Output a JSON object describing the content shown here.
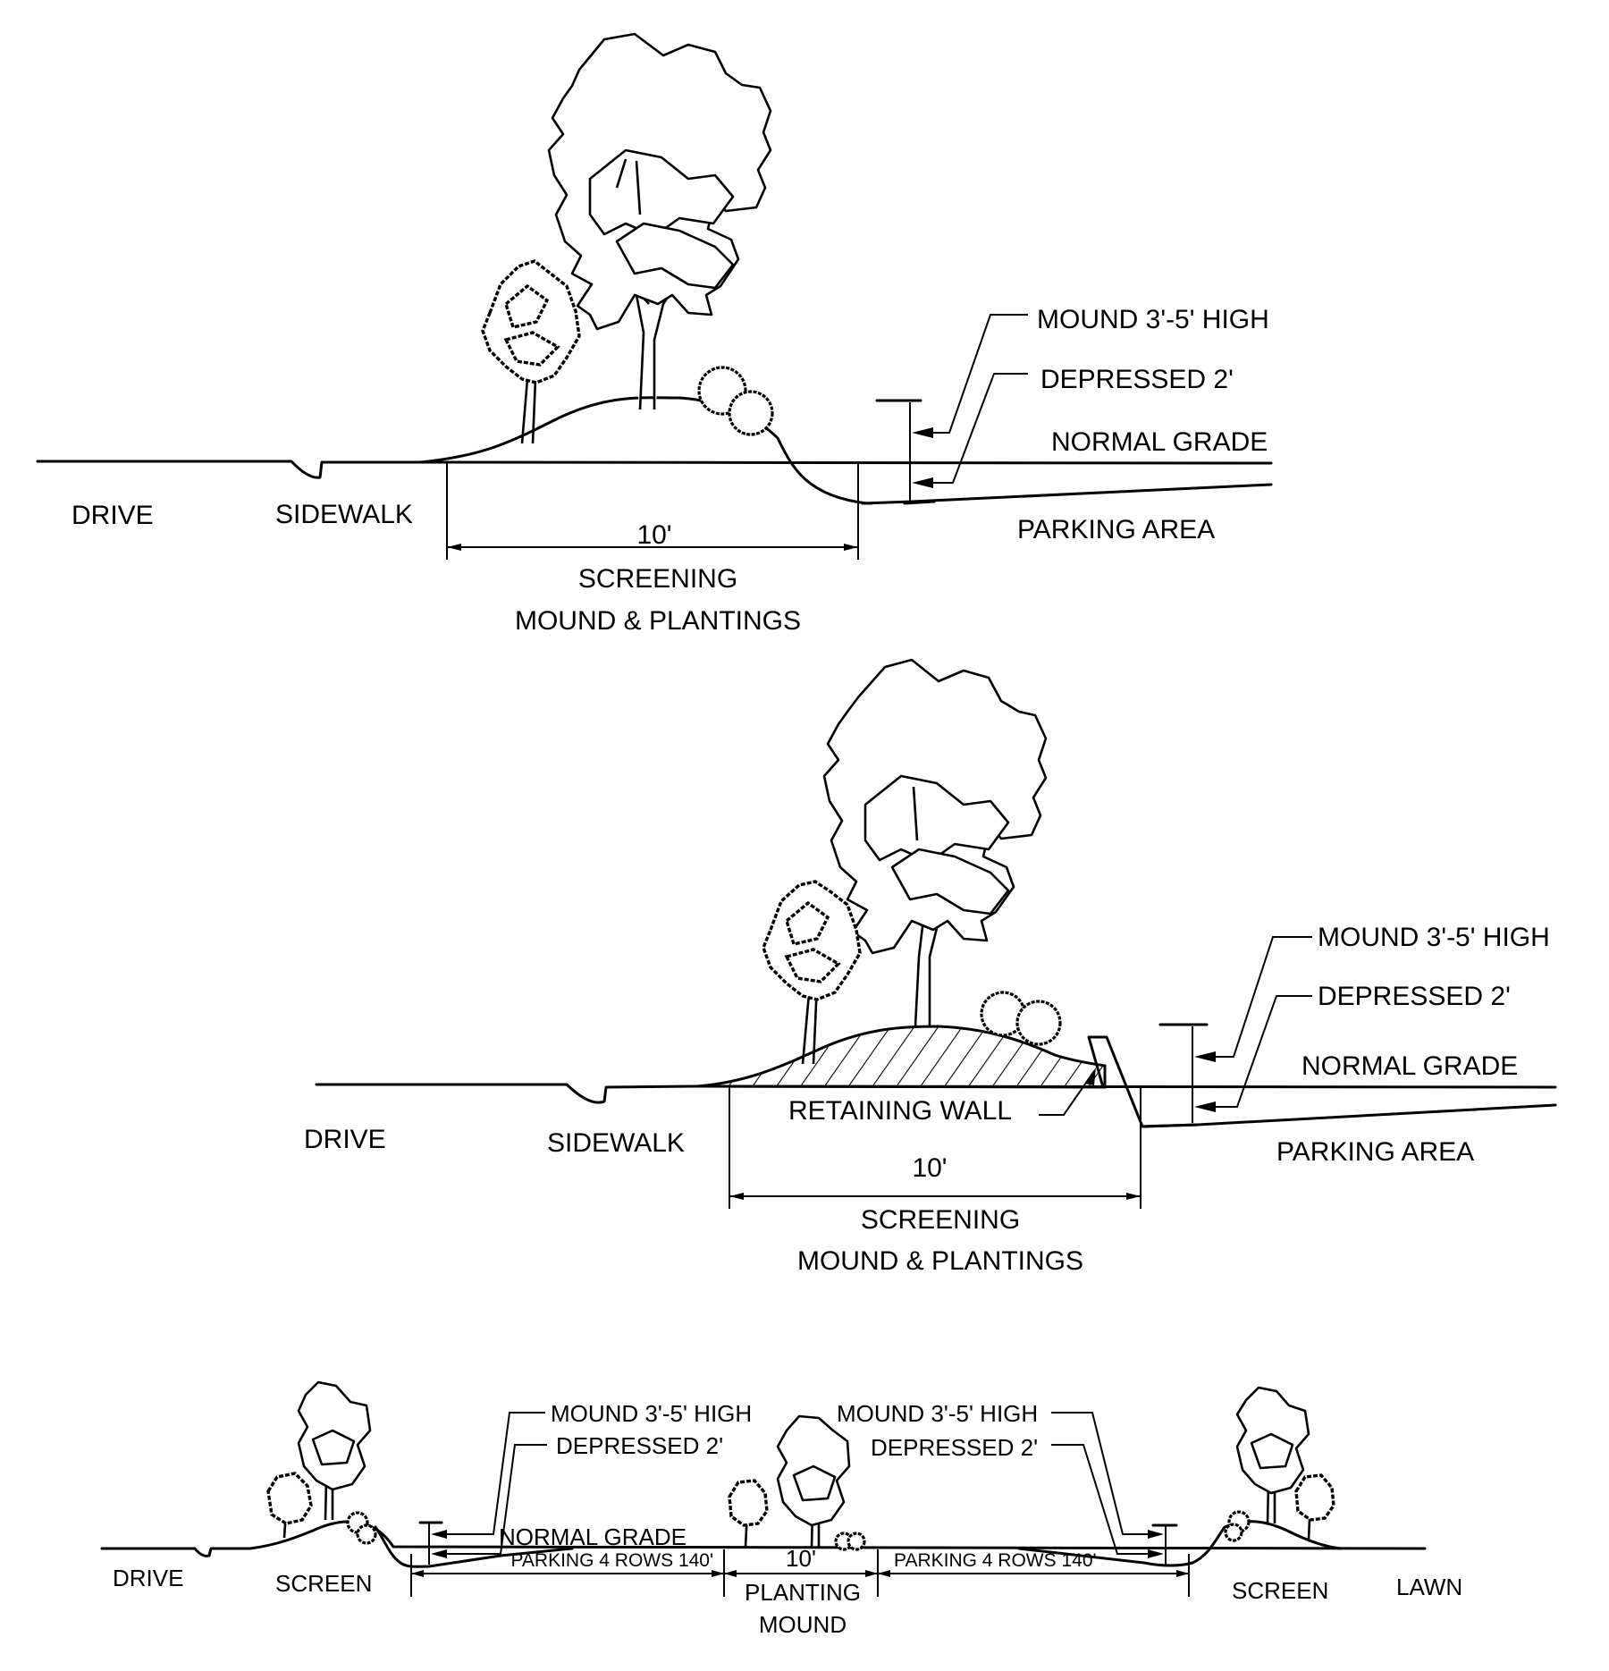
{
  "diagram": {
    "type": "landscape cross-sections",
    "colors": {
      "ink": "#000000",
      "paper": "#ffffff"
    },
    "sections": [
      {
        "id": "section-1",
        "labels": {
          "drive": "DRIVE",
          "sidewalk": "SIDEWALK",
          "dimension": "10'",
          "caption_line1": "SCREENING",
          "caption_line2": "MOUND & PLANTINGS",
          "mound_height": "MOUND 3'-5' HIGH",
          "depressed": "DEPRESSED 2'",
          "normal_grade": "NORMAL GRADE",
          "parking_area": "PARKING AREA"
        }
      },
      {
        "id": "section-2",
        "labels": {
          "drive": "DRIVE",
          "sidewalk": "SIDEWALK",
          "retaining_wall": "RETAINING WALL",
          "dimension": "10'",
          "caption_line1": "SCREENING",
          "caption_line2": "MOUND & PLANTINGS",
          "mound_height": "MOUND 3'-5' HIGH",
          "depressed": "DEPRESSED 2'",
          "normal_grade": "NORMAL GRADE",
          "parking_area": "PARKING AREA"
        }
      },
      {
        "id": "section-3",
        "labels": {
          "drive": "DRIVE",
          "screen_left": "SCREEN",
          "mound_height_left": "MOUND 3'-5' HIGH",
          "depressed_left": "DEPRESSED 2'",
          "normal_grade": "NORMAL GRADE",
          "parking_left": "PARKING 4 ROWS 140'",
          "dimension_center": "10'",
          "center_line1": "PLANTING",
          "center_line2": "MOUND",
          "mound_height_right": "MOUND 3'-5' HIGH",
          "depressed_right": "DEPRESSED 2'",
          "parking_right": "PARKING 4 ROWS 140'",
          "screen_right": "SCREEN",
          "lawn": "LAWN"
        }
      }
    ]
  }
}
